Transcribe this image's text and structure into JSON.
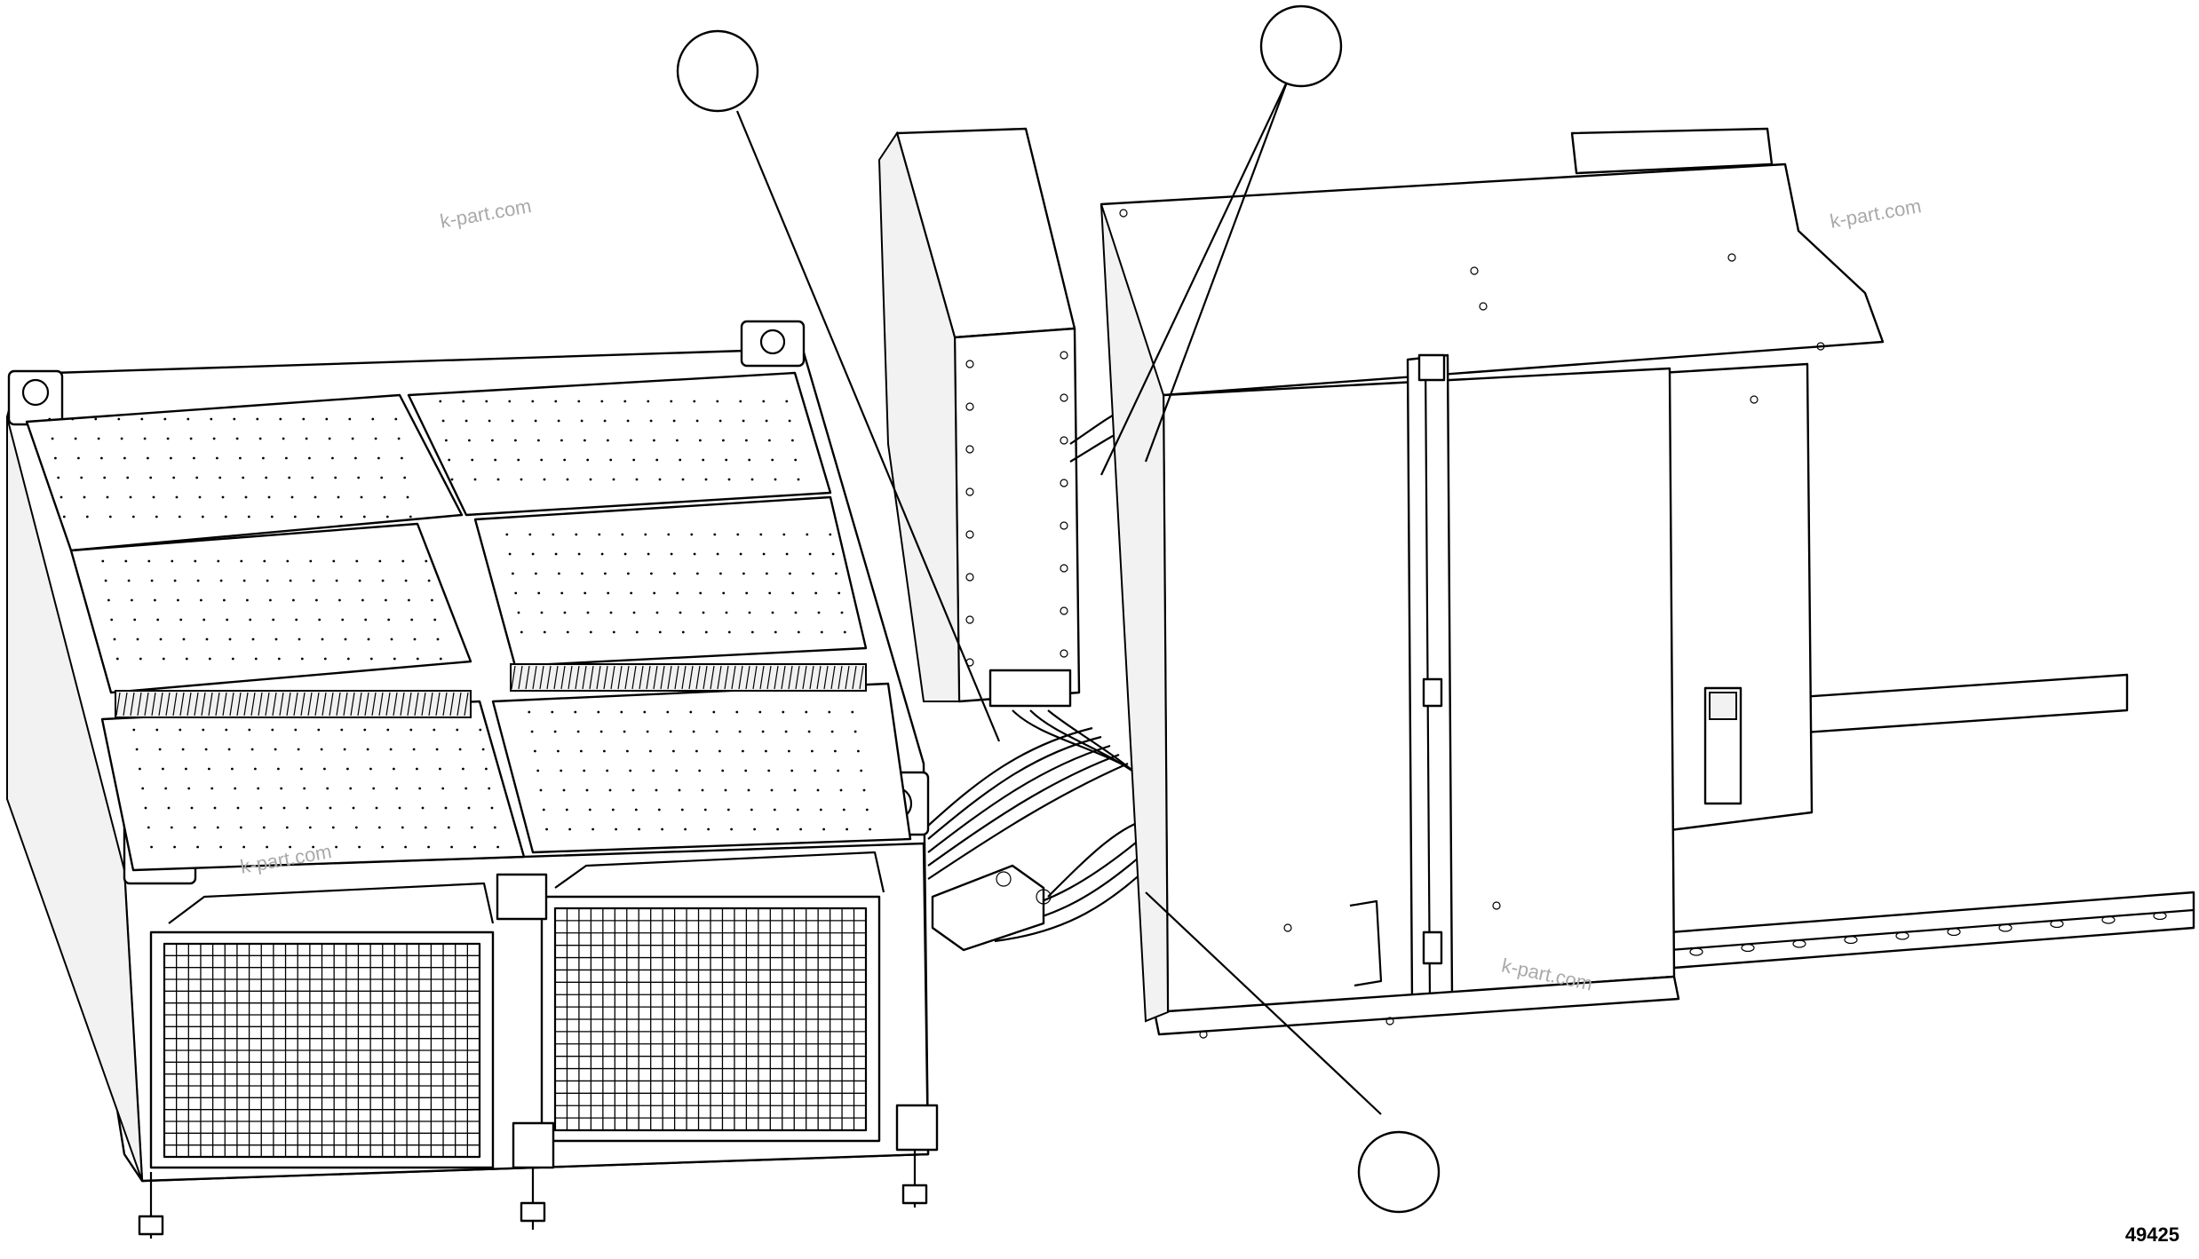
{
  "figure": {
    "number": "49425",
    "watermarks": [
      "k-part.com",
      "k-part.com",
      "k-part.com",
      "k-part.com"
    ]
  },
  "callouts": [
    {
      "id": "callout-top-left",
      "label": ""
    },
    {
      "id": "callout-top-right",
      "label": ""
    },
    {
      "id": "callout-bottom",
      "label": ""
    }
  ],
  "colors": {
    "ink": "#000000",
    "watermark": "#a9a9a9",
    "paper": "#ffffff"
  }
}
